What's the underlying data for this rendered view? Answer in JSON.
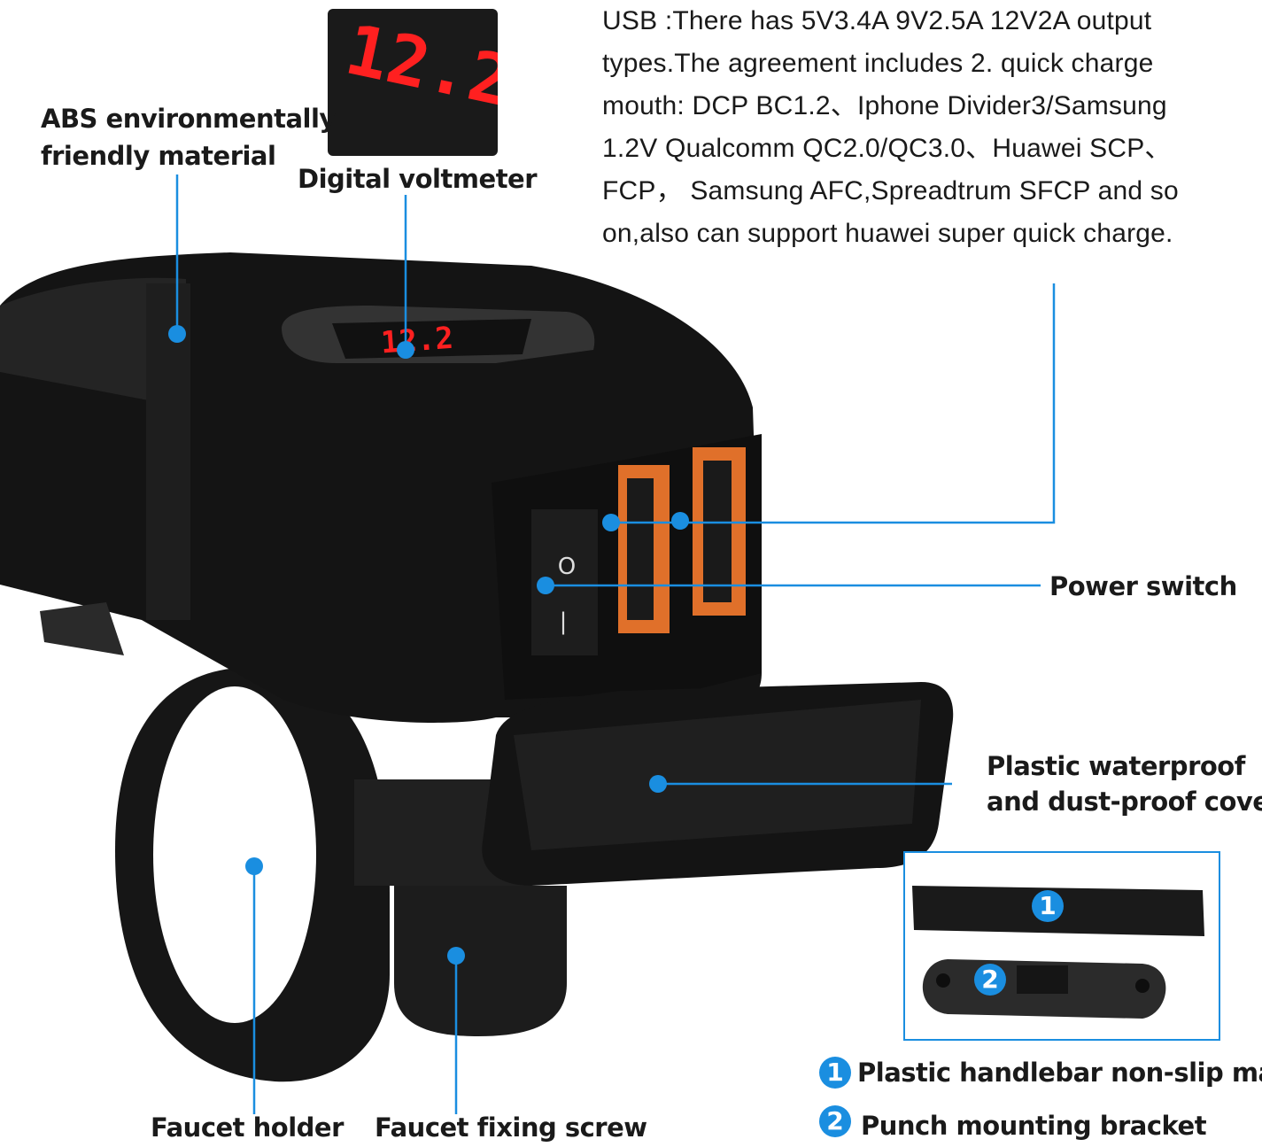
{
  "labels": {
    "abs": [
      "ABS environmentally",
      "friendly material"
    ],
    "voltmeter": "Digital voltmeter",
    "voltmeter_reading": "12.2",
    "power_switch": "Power switch",
    "cover": [
      "Plastic waterproof",
      "and dust-proof cover"
    ],
    "faucet_holder": "Faucet holder",
    "fixing_screw": "Faucet fixing screw",
    "item1": "Plastic handlebar non-slip mat",
    "item2": "Punch mounting bracket",
    "num1": "1",
    "num2": "2"
  },
  "usb_description": [
    "USB   :There has 5V3.4A  9V2.5A 12V2A output",
    "types.The agreement includes 2. quick charge",
    "mouth: DCP BC1.2、Iphone Divider3/Samsung",
    "1.2V Qualcomm QC2.0/QC3.0、Huawei SCP、",
    "FCP，  Samsung AFC,Spreadtrum SFCP and so",
    "on,also can support huawei super quick charge."
  ],
  "colors": {
    "callout": "#1a8ee0",
    "usb_port": "#e0702a",
    "display": "#ff2020",
    "body": "#151515"
  }
}
